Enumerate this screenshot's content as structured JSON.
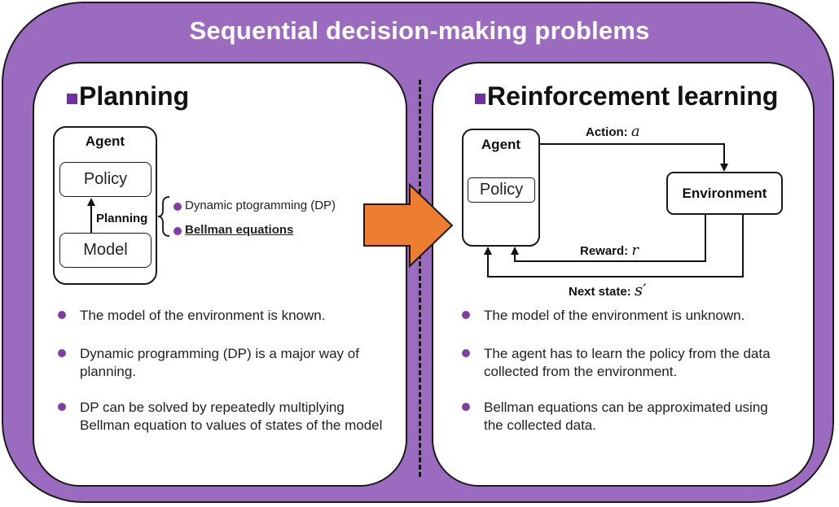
{
  "header": {
    "title": "Sequential decision-making problems"
  },
  "colors": {
    "frame": "#9b6bbf",
    "bullet": "#7d3fa6",
    "arrow": "#ed7d31",
    "square": "#7030a0"
  },
  "planning": {
    "title": "Planning",
    "agent_label": "Agent",
    "policy_label": "Policy",
    "model_label": "Model",
    "planning_arrow_label": "Planning",
    "methods": [
      "Dynamic ptogramming (DP)",
      "Bellman equations"
    ],
    "bullets": [
      "The model of the environment is known.",
      "Dynamic programming (DP) is a major way of planning.",
      "DP can be solved by repeatedly multiplying Bellman equation to values of states of the model"
    ]
  },
  "rl": {
    "title": "Reinforcement learning",
    "agent_label": "Agent",
    "policy_label": "Policy",
    "environment_label": "Environment",
    "action_label": "Action:",
    "action_symbol": "a",
    "reward_label": "Reward:",
    "reward_symbol": "r",
    "next_state_label": "Next state:",
    "next_state_symbol": "s′",
    "bullets": [
      "The model of the environment is unknown.",
      "The agent has to learn the policy from the data collected from the environment.",
      "Bellman equations can be approximated using the collected data."
    ]
  },
  "icons": {
    "transition_arrow": "right-arrow-icon",
    "brace": "curly-brace-icon"
  }
}
